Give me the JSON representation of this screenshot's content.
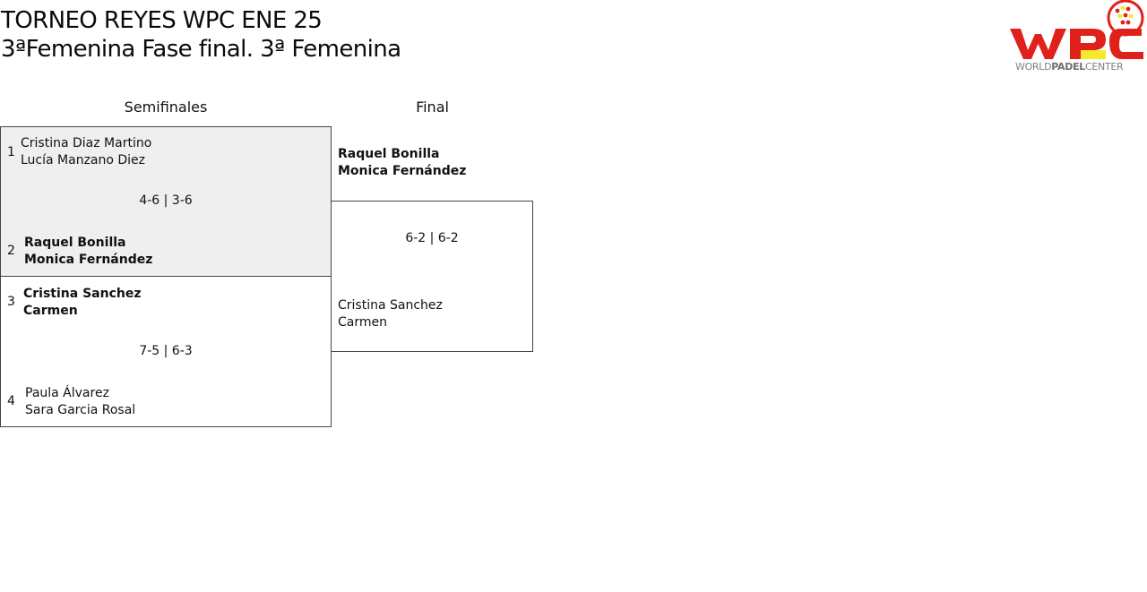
{
  "header": {
    "title": "TORNEO REYES WPC ENE 25",
    "subtitle": "3ªFemenina Fase final. 3ª Femenina"
  },
  "logo": {
    "brand_light": "WORLD",
    "brand_bold": "PADEL",
    "brand_tail": "CENTER",
    "colors": {
      "red": "#e0211b",
      "yellow": "#f4ea2a",
      "gray": "#808080"
    }
  },
  "rounds": {
    "semifinal_label": "Semifinales",
    "final_label": "Final"
  },
  "semifinals": [
    {
      "score": "4-6 | 3-6",
      "top": {
        "seed": "1",
        "player1": "Cristina Diaz Martino",
        "player2": "Lucía Manzano Diez",
        "winner": false
      },
      "bottom": {
        "seed": "2",
        "player1": "Raquel Bonilla",
        "player2": "Monica Fernández",
        "winner": true
      }
    },
    {
      "score": "7-5 | 6-3",
      "top": {
        "seed": "3",
        "player1": "Cristina Sanchez",
        "player2": "Carmen",
        "winner": true
      },
      "bottom": {
        "seed": "4",
        "player1": "Paula Álvarez",
        "player2": "Sara Garcia Rosal",
        "winner": false
      }
    }
  ],
  "final": {
    "score": "6-2 | 6-2",
    "top": {
      "player1": "Raquel Bonilla",
      "player2": "Monica Fernández",
      "winner": true
    },
    "bottom": {
      "player1": "Cristina Sanchez",
      "player2": "Carmen",
      "winner": false
    }
  },
  "colors": {
    "highlight_match_bg": "#efefef",
    "border": "#444444"
  }
}
